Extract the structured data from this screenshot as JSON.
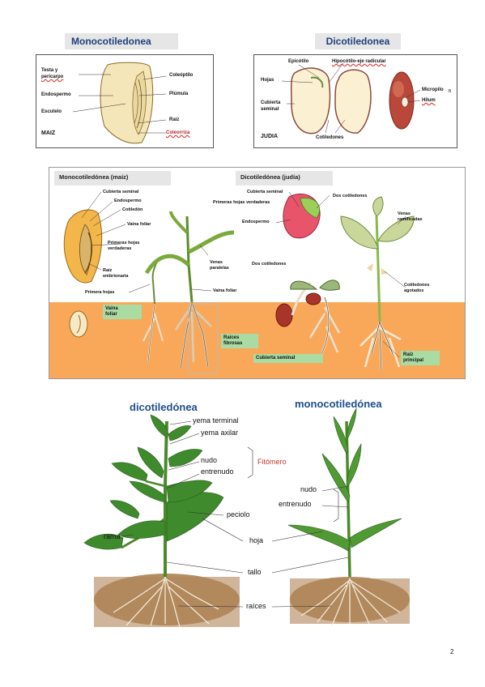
{
  "top": {
    "mono_title": "Monocotiledonea",
    "di_title": "Dicotiledonea",
    "mono_labels": {
      "testa": "Testa y",
      "pericarpo": "pericarpo",
      "endospermo": "Endospermo",
      "escutelo": "Escutelo",
      "maiz": "MAIZ",
      "coleoptilo": "Coleóptilo",
      "plumula": "Plúmula",
      "raiz": "Raíz",
      "coleorriza": "Coleorriza"
    },
    "di_labels": {
      "epicotilo": "Epicótilo",
      "hipocotilo": "Hipocótilo-eje radicular",
      "hojas": "Hojas",
      "cubierta": "Cubierta",
      "seminal": "seminal",
      "judia": "JUDIA",
      "cotiledones": "Cotiledones",
      "micropilo": "Micropilo",
      "hilum": "Hilum",
      "b": "B"
    }
  },
  "middle": {
    "mono_title": "Monocotiledónea (maíz)",
    "di_title": "Dicotiledónea (judía)",
    "mono_labels": {
      "cubierta": "Cubierta seminal",
      "endospermo": "Endospermo",
      "cotiledon": "Cotiledón",
      "vaina": "Vaina foliar",
      "primeras1": "Primeras hojas",
      "primeras2": "verdaderas",
      "raiz1": "Raíz",
      "raiz2": "embrionaria",
      "primera": "Primera hojas",
      "venas1": "Venas",
      "venas2": "paralelas",
      "vaina2": "Vaina foliar"
    },
    "green": {
      "vaina1": "Vaina",
      "vaina2": "foliar",
      "raices1": "Raíces",
      "raices2": "fibrosas",
      "cubierta": "Cubierta  seminal",
      "raiz1": "Raíz",
      "raiz2": "principal"
    },
    "di_labels": {
      "cubierta": "Cubierta seminal",
      "primeras": "Primeras hojas verdaderas",
      "dos1": "Dos cotiledones",
      "endospermo": "Endospermo",
      "dos2": "Dos cotiledones",
      "venas1": "Venas",
      "venas2": "ramificadas",
      "cot1": "Cotiledones",
      "cot2": "agotados"
    }
  },
  "bottom": {
    "di_title": "dicotiledónea",
    "mono_title": "monocotiledónea",
    "labels": {
      "yema_terminal": "yema terminal",
      "yema_axilar": "yema axilar",
      "nudo": "nudo",
      "entrenudo": "entrenudo",
      "fitomero": "Fitómero",
      "peciolo": "peciolo",
      "rama": "rama",
      "hoja": "hoja",
      "tallo": "tallo",
      "raices": "raíces",
      "m_nudo": "nudo",
      "m_entrenudo": "entrenudo"
    }
  },
  "page_number": "2",
  "colors": {
    "header_bg": "#e6e6e6",
    "title_blue": "#1f3f7a",
    "soil_orange": "#f9a85a",
    "label_green": "#a9dba3",
    "leaf_green": "#3e8a2c"
  }
}
